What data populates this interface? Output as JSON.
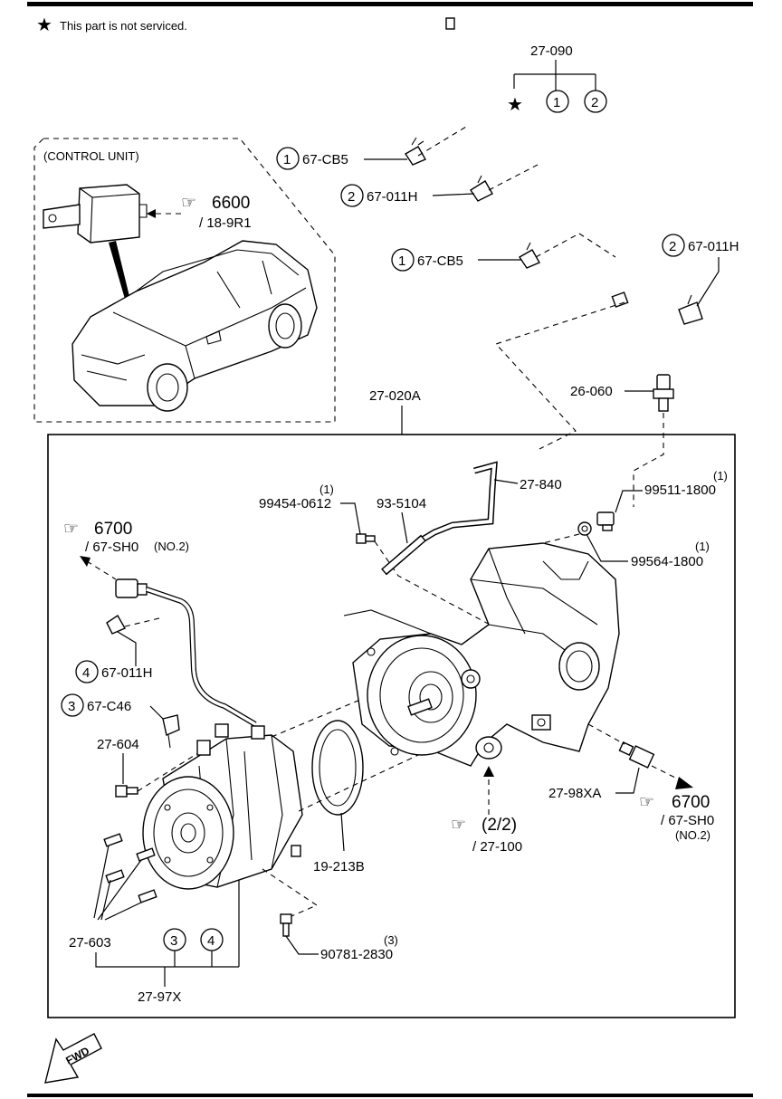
{
  "note": {
    "star": "★",
    "text": "This part is not serviced."
  },
  "control_unit_label": "(CONTROL UNIT)",
  "refs": {
    "r6600": {
      "number": "6600",
      "sub": "/ 18-9R1"
    },
    "r6700_left": {
      "number": "6700",
      "sub": "/ 67-SH0",
      "note": "(NO.2)"
    },
    "r6700_right": {
      "number": "6700",
      "sub": "/ 67-SH0",
      "note": "(NO.2)"
    },
    "r2_2": {
      "number": "(2/2)",
      "sub": "/ 27-100"
    }
  },
  "callouts": {
    "c27_090": "27-090",
    "c27_020a": "27-020A",
    "c26_060": "26-060",
    "c27_840": "27-840",
    "c99454": "99454-0612",
    "c99454_qty": "(1)",
    "c93_5104": "93-5104",
    "c99511": "99511-1800",
    "c99511_qty": "(1)",
    "c99564": "99564-1800",
    "c99564_qty": "(1)",
    "c27_604": "27-604",
    "c27_98xa": "27-98XA",
    "c19_213b": "19-213B",
    "c27_603": "27-603",
    "c27_97x": "27-97X",
    "c90781": "90781-2830",
    "c90781_qty": "(3)"
  },
  "numbered_callouts": {
    "cb5_top": {
      "num": "1",
      "label": "67-CB5"
    },
    "h011_top": {
      "num": "2",
      "label": "67-011H"
    },
    "cb5_mid": {
      "num": "1",
      "label": "67-CB5"
    },
    "h011_right": {
      "num": "2",
      "label": "67-011H"
    },
    "h011_left": {
      "num": "4",
      "label": "67-011H"
    },
    "c46": {
      "num": "3",
      "label": "67-C46"
    }
  },
  "group_circles": {
    "g090_a": "1",
    "g090_b": "2",
    "g97x_a": "3",
    "g97x_b": "4"
  },
  "fwd": "FWD"
}
